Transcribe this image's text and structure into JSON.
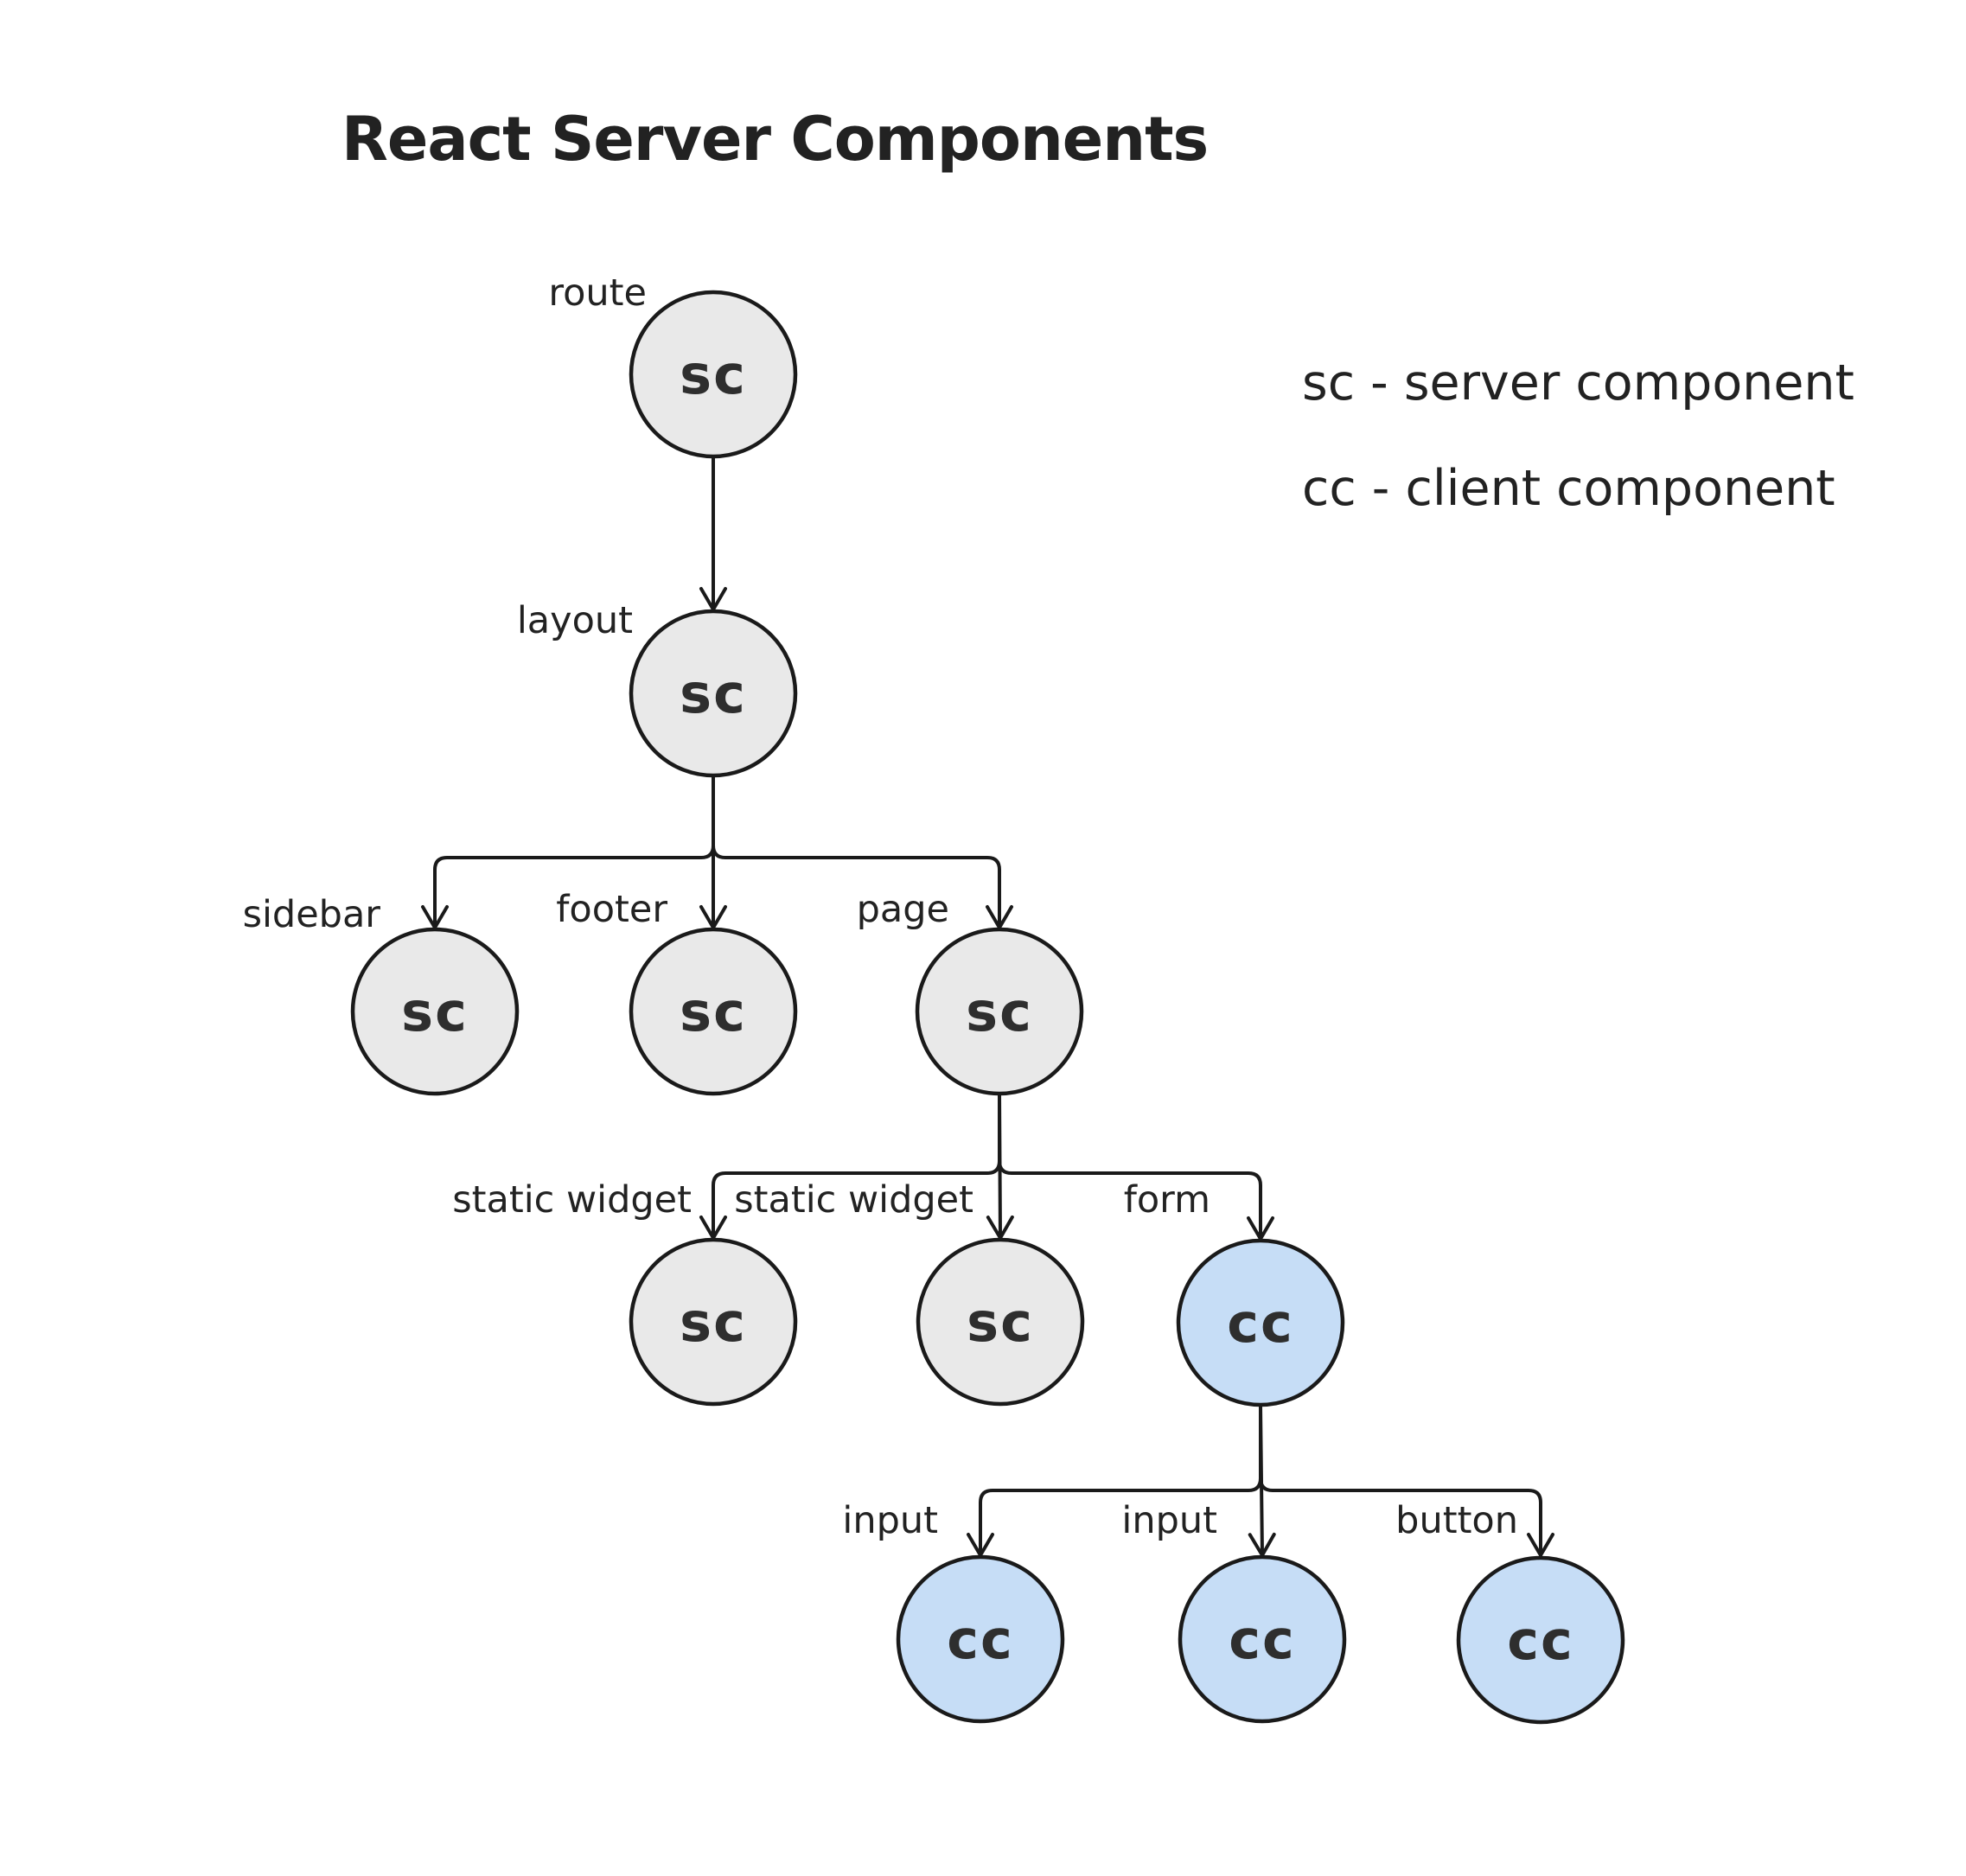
{
  "title": "React Server Components",
  "legend": {
    "server": "sc - server component",
    "client": "cc - client component"
  },
  "colors": {
    "server_fill": "#e9e9e9",
    "client_fill": "#c6ddf6",
    "stroke": "#1a1a1a",
    "node_text": "#2e2e2e",
    "label_text": "#222222",
    "background": "#ffffff"
  },
  "nodes": [
    {
      "id": "route",
      "label": "route",
      "badge": "sc",
      "type": "server",
      "parent": null
    },
    {
      "id": "layout",
      "label": "layout",
      "badge": "sc",
      "type": "server",
      "parent": "route"
    },
    {
      "id": "sidebar",
      "label": "sidebar",
      "badge": "sc",
      "type": "server",
      "parent": "layout"
    },
    {
      "id": "footer",
      "label": "footer",
      "badge": "sc",
      "type": "server",
      "parent": "layout"
    },
    {
      "id": "page",
      "label": "page",
      "badge": "sc",
      "type": "server",
      "parent": "layout"
    },
    {
      "id": "static-widget-1",
      "label": "static widget",
      "badge": "sc",
      "type": "server",
      "parent": "page"
    },
    {
      "id": "static-widget-2",
      "label": "static widget",
      "badge": "sc",
      "type": "server",
      "parent": "page"
    },
    {
      "id": "form",
      "label": "form",
      "badge": "cc",
      "type": "client",
      "parent": "page"
    },
    {
      "id": "input-1",
      "label": "input",
      "badge": "cc",
      "type": "client",
      "parent": "form"
    },
    {
      "id": "input-2",
      "label": "input",
      "badge": "cc",
      "type": "client",
      "parent": "form"
    },
    {
      "id": "button",
      "label": "button",
      "badge": "cc",
      "type": "client",
      "parent": "form"
    }
  ]
}
